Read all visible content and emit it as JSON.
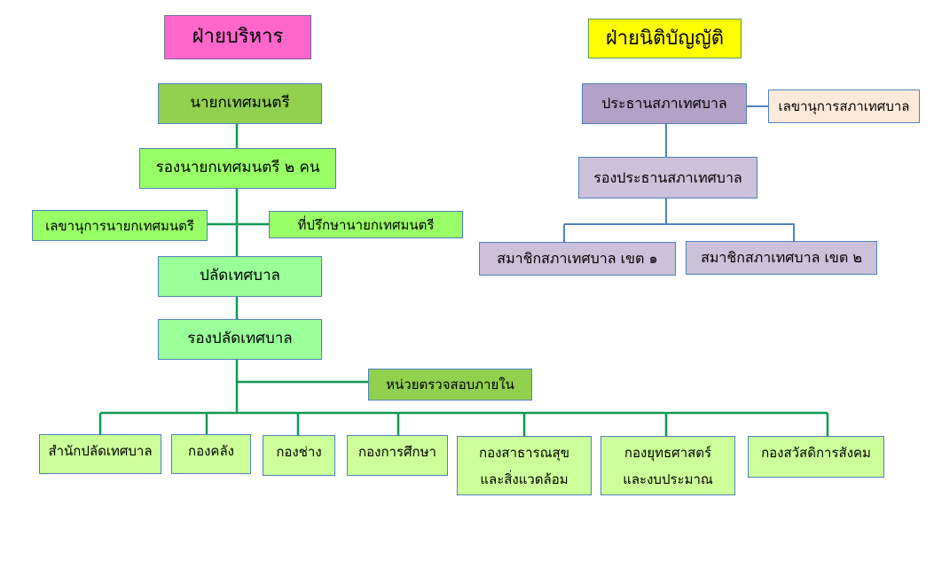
{
  "executive": {
    "title": "ฝ่ายบริหาร",
    "mayor": "นายกเทศมนตรี",
    "deputy_mayor": "รองนายกเทศมนตรี ๒ คน",
    "mayor_secretary": "เลขานุการนายกเทศมนตรี",
    "mayor_advisor": "ที่ปรึกษานายกเทศมนตรี",
    "municipal_clerk": "ปลัดเทศบาล",
    "deputy_clerk": "รองปลัดเทศบาล",
    "internal_audit": "หน่วยตรวจสอบภายใน",
    "divisions": [
      "สำนักปลัดเทศบาล",
      "กองคลัง",
      "กองช่าง",
      "กองการศึกษา",
      "กองสาธารณสุขและสิ่งแวดล้อม",
      "กองยุทธศาสตร์และงบประมาณ",
      "กองสวัสดิการสังคม"
    ]
  },
  "legislative": {
    "title": "ฝ่ายนิติบัญญัติ",
    "council_president": "ประธานสภาเทศบาล",
    "council_secretary": "เลขานุการสภาเทศบาล",
    "council_vice_president": "รองประธานสภาเทศบาล",
    "member_district_1": "สมาชิกสภาเทศบาล เขต ๑",
    "member_district_2": "สมาชิกสภาเทศบาล เขต ๒"
  },
  "colors": {
    "exec_title": "#ff66cc",
    "legis_title": "#ffff00",
    "dark_green": "#92d050",
    "light_green": "#99ff66",
    "mint": "#99ff99",
    "pale_green": "#ccff99",
    "purple": "#b2a2c7",
    "lilac": "#ccc0da",
    "peach": "#fde9d9",
    "green_line": "#00a050",
    "blue_line": "#4f81bd"
  }
}
